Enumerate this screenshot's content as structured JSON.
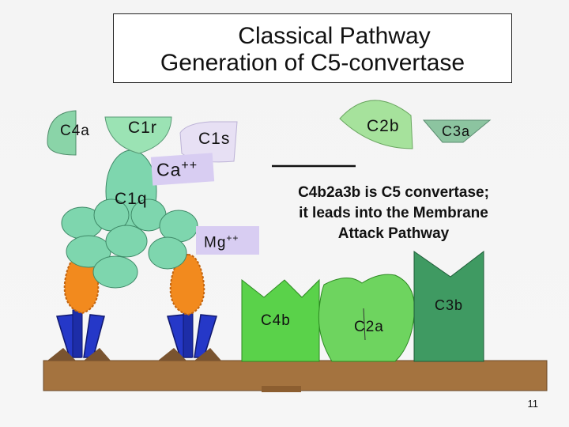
{
  "title": {
    "line1": "Classical Pathway",
    "line2": "Generation of C5-convertase"
  },
  "labels": {
    "c4a": "C4a",
    "c1r": "C1r",
    "c1s": "C1s",
    "ca": "Ca",
    "ca_sup": "++",
    "c1q": "C1q",
    "mg": "Mg",
    "mg_sup": "++",
    "c2b": "C2b",
    "c3a": "C3a",
    "c4b": "C4b",
    "c2a": "C2a",
    "c3b": "C3b"
  },
  "info": {
    "line1": "C4b2a3b is C5 convertase;",
    "line2": "it leads into the Membrane",
    "line3": "Attack Pathway"
  },
  "page_number": "11",
  "colors": {
    "c1q_green": "#7ed6ae",
    "c1r_green": "#9be3b4",
    "c2b_green": "#a6e29c",
    "c3a_green": "#8cc4a0",
    "c4a_green": "#8ad4a8",
    "c1s_lav": "#e7e0f4",
    "ca_lav": "#d8cdf2",
    "mg_lav": "#d8cdf2",
    "c4b_green": "#5ad24a",
    "c2a_green": "#6ed45f",
    "c3b_green": "#3f9a62",
    "membrane_brown": "#a4733f",
    "antigen_orange": "#f28a1e",
    "antibody_blue": "#2538c8"
  }
}
